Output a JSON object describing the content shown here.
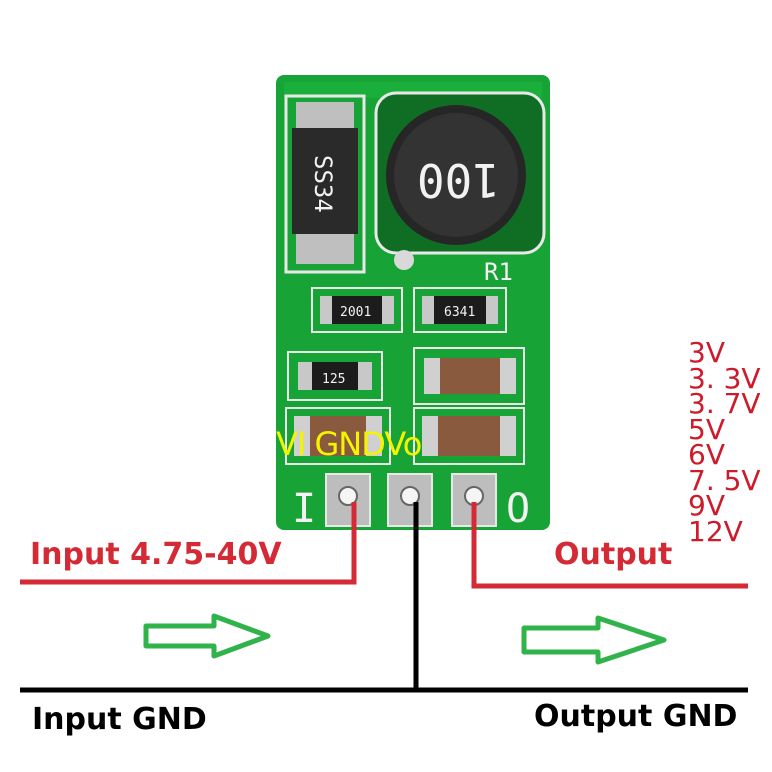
{
  "board": {
    "inductor_marking": "100",
    "diode_marking": "SS34",
    "resistor_designator": "R1",
    "resistor_left_marking": "2001",
    "resistor_right_marking": "6341",
    "resistor_small_marking": "125",
    "pin_input_letter": "I",
    "pin_output_letter": "O",
    "pin_legend": "VI GNDVo"
  },
  "labels": {
    "input": "Input 4.75-40V",
    "output": "Output",
    "input_gnd": "Input GND",
    "output_gnd": "Output GND"
  },
  "output_voltages": [
    "3V",
    "3. 3V",
    "3. 7V",
    "5V",
    "6V",
    "7. 5V",
    "9V",
    "12V"
  ],
  "colors": {
    "pcb": "#17a335",
    "wire_signal": "#d42a35",
    "wire_ground": "#000000",
    "arrow": "#2fb34a",
    "pin_legend": "#f4f400",
    "voltage_text": "#cc1b2b"
  }
}
